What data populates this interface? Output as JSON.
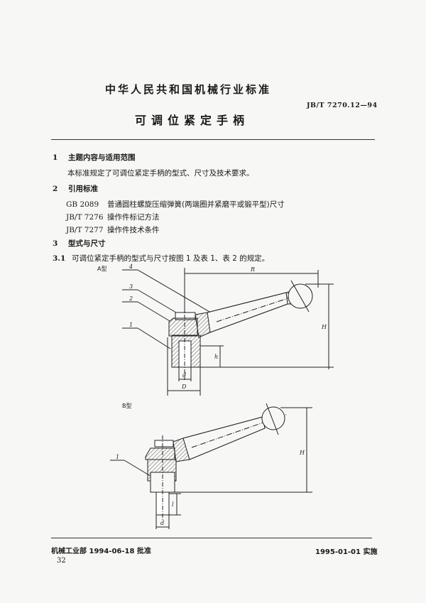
{
  "header": {
    "organization": "中华人民共和国机械行业标准",
    "standard_code": "JB/T 7270.12—94",
    "title": "可调位紧定手柄"
  },
  "sections": [
    {
      "number": "1",
      "heading": "主题内容与适用范围",
      "body": "本标准规定了可调位紧定手柄的型式、尺寸及技术要求。"
    },
    {
      "number": "2",
      "heading": "引用标准",
      "references": [
        {
          "code": "GB  2089",
          "title": "普通圆柱螺旋压缩弹簧(两端圈并紧磨平或锻平型)尺寸"
        },
        {
          "code": "JB/T 7276",
          "title": "操作件标记方法"
        },
        {
          "code": "JB/T 7277",
          "title": "操作件技术条件"
        }
      ]
    },
    {
      "number": "3",
      "heading": "型式与尺寸"
    },
    {
      "number": "3.1",
      "body": "可调位紧定手柄的型式与尺寸按图 1 及表 1、表 2 的规定。"
    }
  ],
  "figures": {
    "type_a": {
      "label": "A型",
      "callouts": [
        "4",
        "3",
        "2",
        "1"
      ],
      "dimensions": {
        "R": "R",
        "H": "H",
        "h": "h",
        "d": "d",
        "D": "D"
      }
    },
    "type_b": {
      "label": "B型",
      "callouts": [
        "1"
      ],
      "dimensions": {
        "H": "H",
        "l": "l",
        "d": "d"
      }
    }
  },
  "footer": {
    "approval": "机械工业部 1994-06-18 批准",
    "implementation": "1995-01-01  实施",
    "page_number": "32"
  }
}
